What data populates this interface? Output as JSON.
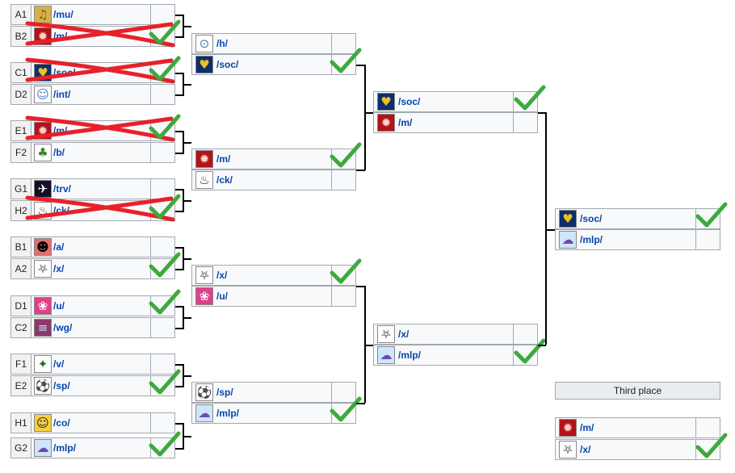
{
  "third_place_label": "Third place",
  "colors": {
    "link": "#0645ad",
    "check": "#3caa3c",
    "cross": "#e8202a",
    "border": "#a2a9b1"
  },
  "round1": [
    {
      "seed": "A1",
      "board": "/mu/",
      "icon": "mu-icon",
      "eliminated": false,
      "checked": false
    },
    {
      "seed": "B2",
      "board": "/m/",
      "icon": "m-icon",
      "eliminated": true,
      "checked": true
    },
    {
      "seed": "C1",
      "board": "/soc/",
      "icon": "soc-icon",
      "eliminated": true,
      "checked": true
    },
    {
      "seed": "D2",
      "board": "/int/",
      "icon": "int-icon",
      "eliminated": false,
      "checked": false
    },
    {
      "seed": "E1",
      "board": "/m/",
      "icon": "m-icon",
      "eliminated": true,
      "checked": true
    },
    {
      "seed": "F2",
      "board": "/b/",
      "icon": "b-icon",
      "eliminated": false,
      "checked": false
    },
    {
      "seed": "G1",
      "board": "/trv/",
      "icon": "trv-icon",
      "eliminated": false,
      "checked": false
    },
    {
      "seed": "H2",
      "board": "/ck/",
      "icon": "ck-icon",
      "eliminated": true,
      "checked": true
    },
    {
      "seed": "B1",
      "board": "/a/",
      "icon": "a-icon",
      "eliminated": false,
      "checked": false
    },
    {
      "seed": "A2",
      "board": "/x/",
      "icon": "x-icon",
      "eliminated": false,
      "checked": true
    },
    {
      "seed": "D1",
      "board": "/u/",
      "icon": "u-icon",
      "eliminated": false,
      "checked": true
    },
    {
      "seed": "C2",
      "board": "/wg/",
      "icon": "wg-icon",
      "eliminated": false,
      "checked": false
    },
    {
      "seed": "F1",
      "board": "/v/",
      "icon": "v-icon",
      "eliminated": false,
      "checked": false
    },
    {
      "seed": "E2",
      "board": "/sp/",
      "icon": "sp-icon",
      "eliminated": false,
      "checked": true
    },
    {
      "seed": "H1",
      "board": "/co/",
      "icon": "co-icon",
      "eliminated": false,
      "checked": false
    },
    {
      "seed": "G2",
      "board": "/mlp/",
      "icon": "mlp-icon",
      "eliminated": false,
      "checked": true
    }
  ],
  "round2": [
    {
      "board": "/h/",
      "icon": "h-icon",
      "checked": false
    },
    {
      "board": "/soc/",
      "icon": "soc-icon",
      "checked": true
    },
    {
      "board": "/m/",
      "icon": "m-icon",
      "checked": true
    },
    {
      "board": "/ck/",
      "icon": "ck-icon",
      "checked": false
    },
    {
      "board": "/x/",
      "icon": "x-icon",
      "checked": true
    },
    {
      "board": "/u/",
      "icon": "u-icon",
      "checked": false
    },
    {
      "board": "/sp/",
      "icon": "sp-icon",
      "checked": false
    },
    {
      "board": "/mlp/",
      "icon": "mlp-icon",
      "checked": true
    }
  ],
  "semifinal": [
    {
      "board": "/soc/",
      "icon": "soc-icon",
      "checked": true
    },
    {
      "board": "/m/",
      "icon": "m-icon",
      "checked": false
    },
    {
      "board": "/x/",
      "icon": "x-icon",
      "checked": false
    },
    {
      "board": "/mlp/",
      "icon": "mlp-icon",
      "checked": true
    }
  ],
  "final": [
    {
      "board": "/soc/",
      "icon": "soc-icon",
      "checked": true
    },
    {
      "board": "/mlp/",
      "icon": "mlp-icon",
      "checked": false
    }
  ],
  "third_place": [
    {
      "board": "/m/",
      "icon": "m-icon",
      "checked": false
    },
    {
      "board": "/x/",
      "icon": "x-icon",
      "checked": true
    }
  ]
}
